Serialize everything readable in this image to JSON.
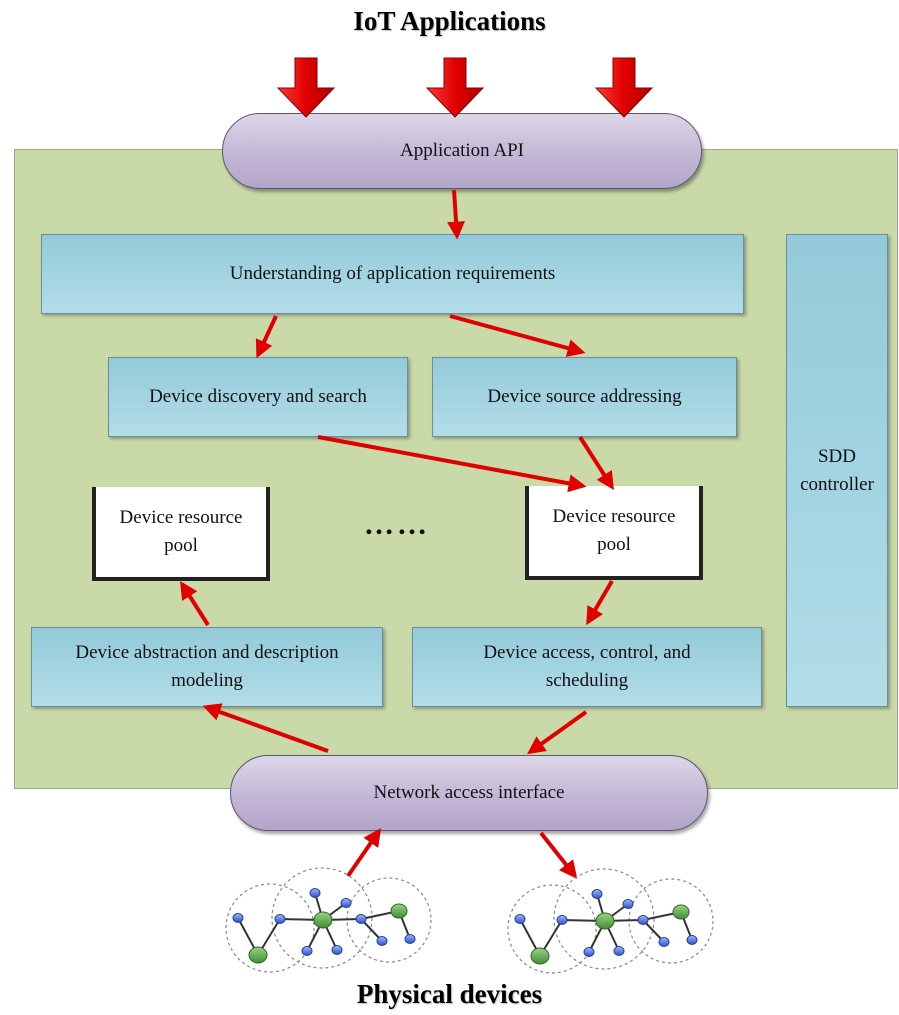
{
  "header": {
    "title": "IoT Applications"
  },
  "footer": {
    "title": "Physical devices"
  },
  "api": {
    "label": "Application API"
  },
  "requirements": {
    "label": "Understanding of application requirements"
  },
  "discovery": {
    "label": "Device discovery and search"
  },
  "addressing": {
    "label": "Device source addressing"
  },
  "pool_left": {
    "label": "Device resource pool"
  },
  "pool_right": {
    "label": "Device resource pool"
  },
  "ellipsis": {
    "label": "……"
  },
  "abstraction": {
    "label": "Device abstraction and description modeling"
  },
  "access": {
    "label": "Device access, control, and scheduling"
  },
  "controller": {
    "label": "SDD controller"
  },
  "network": {
    "label": "Network access interface"
  },
  "colors": {
    "panel": "#c9d9a8",
    "box": "#a6d6e3",
    "capsule": "#c3b7d6",
    "arrow": "#e00000",
    "node_green": "#5fa34a",
    "node_blue": "#4a6fd6"
  }
}
